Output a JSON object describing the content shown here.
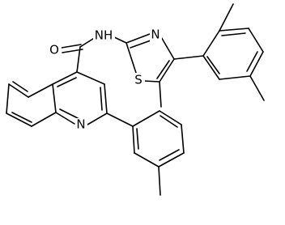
{
  "structure": {
    "atom_labels": {
      "carbonyl_oxygen": "O",
      "amide_nh": "NH",
      "thiazole_nitrogen": "N",
      "thiazole_sulfur": "S",
      "quinoline_nitrogen": "N"
    },
    "colors": {
      "bond": "#000000",
      "background": "#ffffff"
    }
  }
}
